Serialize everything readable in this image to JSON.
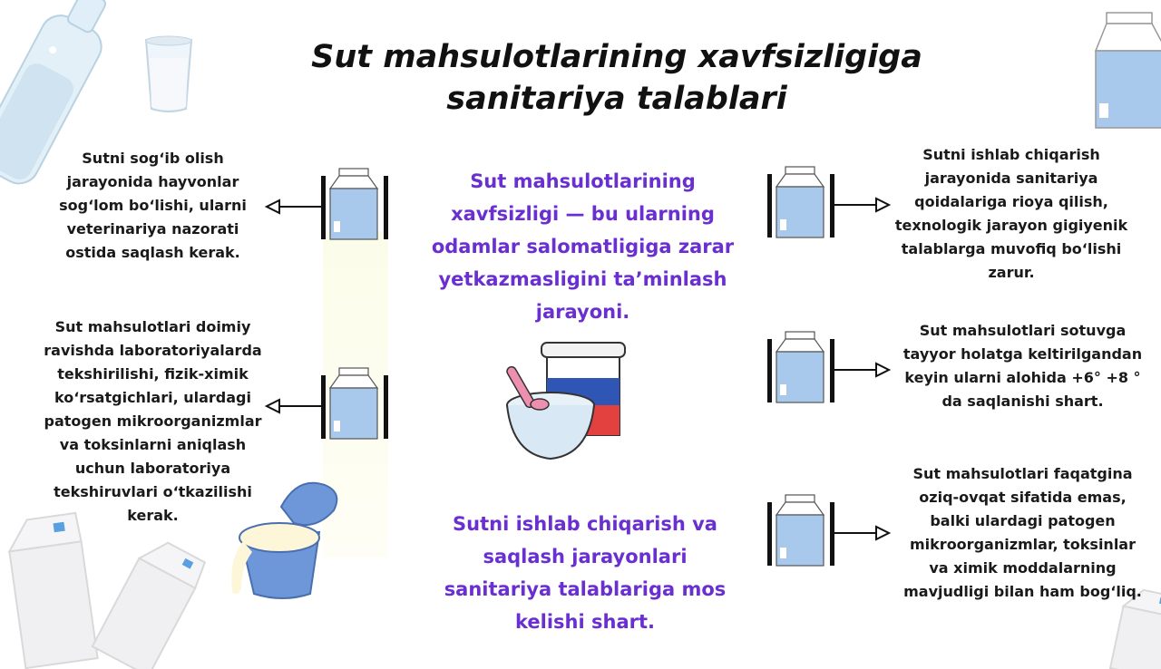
{
  "title": "Sut mahsulotlarining xavfsizligiga sanitariya talablari",
  "center_top": "Sut mahsulotlarining xavfsizligi — bu ularning odamlar salomatligiga zarar yetkazmasligini ta’minlash jarayoni.",
  "center_bottom": "Sutni ishlab chiqarish va saqlash jarayonlari sanitariya talablariga mos kelishi shart.",
  "left_notes": [
    "Sutni sog‘ib olish jarayonida hayvonlar sog‘lom bo‘lishi, ularni veterinariya nazorati ostida saqlash kerak.",
    "Sut mahsulotlari doimiy ravishda laboratoriyalarda tekshirilishi, fizik-ximik ko‘rsatgichlari, ulardagi patogen mikroorganizmlar va toksinlarni aniqlash uchun laboratoriya tekshiruvlari o‘tkazilishi kerak."
  ],
  "right_notes": [
    "Sutni ishlab chiqarish jarayonida sanitariya qoidalariga rioya qilish, texnologik jarayon gigiyenik talablarga muvofiq bo‘lishi zarur.",
    "Sut mahsulotlari sotuvga tayyor holatga keltirilgandan keyin ularni alohida +6° +8 ° da saqlanishi  shart.",
    "Sut mahsulotlari faqatgina oziq-ovqat sifatida emas, balki ulardagi patogen mikroorganizmlar, toksinlar va ximik moddalarning mavjudligi bilan ham bog‘liq."
  ],
  "colors": {
    "accent_text": "#6a2fd0",
    "carton_blue": "#a8c8ec",
    "outline": "#111111"
  },
  "icons": [
    "milk-carton-icon",
    "arrow-icon",
    "milk-bottle-icon",
    "milk-glass-icon",
    "yogurt-icon",
    "spilled-milk-icon"
  ]
}
